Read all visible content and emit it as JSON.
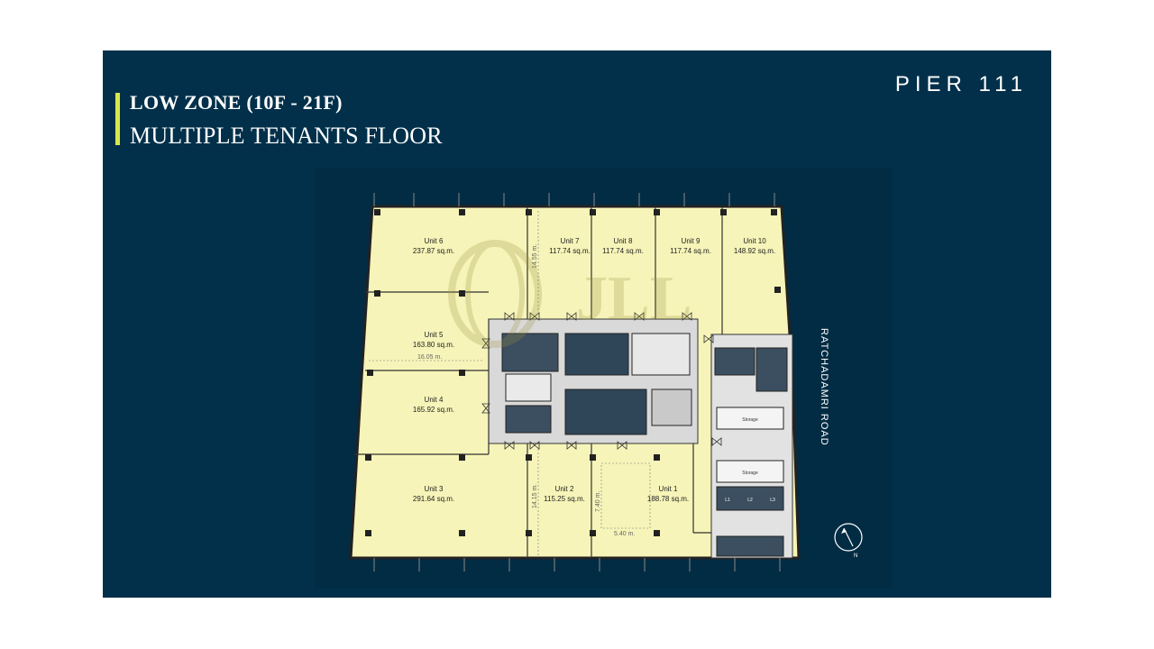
{
  "header": {
    "title_line1": "LOW ZONE (10F - 21F)",
    "title_line2": "MULTIPLE TENANTS FLOOR",
    "logo": "PIER 111"
  },
  "plan": {
    "road_label": "RATCHADAMRI ROAD",
    "units": [
      {
        "name": "Unit 6",
        "area": "237.87 sq.m."
      },
      {
        "name": "Unit 7",
        "area": "117.74 sq.m."
      },
      {
        "name": "Unit 8",
        "area": "117.74 sq.m."
      },
      {
        "name": "Unit 9",
        "area": "117.74 sq.m."
      },
      {
        "name": "Unit 10",
        "area": "148.92 sq.m."
      },
      {
        "name": "Unit 5",
        "area": "163.80 sq.m."
      },
      {
        "name": "Unit 4",
        "area": "165.92 sq.m."
      },
      {
        "name": "Unit 3",
        "area": "291.64 sq.m."
      },
      {
        "name": "Unit 2",
        "area": "115.25 sq.m."
      },
      {
        "name": "Unit 1",
        "area": "188.78 sq.m."
      }
    ],
    "dimensions": {
      "unit7_depth": "14.55 m.",
      "unit5_width": "16.05 m.",
      "unit2_depth": "14.15 m.",
      "unit1_depth": "7.40 m.",
      "unit1_width": "5.40 m."
    },
    "storage_labels": [
      "Storage",
      "Storage"
    ],
    "lift_labels": [
      "L1",
      "L2",
      "L3"
    ],
    "watermark": "JLL",
    "colors": {
      "background": "#02304a",
      "accent": "#d8e84a",
      "unit_fill": "#f6f4b8",
      "core_fill": "#dcdcdc"
    }
  }
}
